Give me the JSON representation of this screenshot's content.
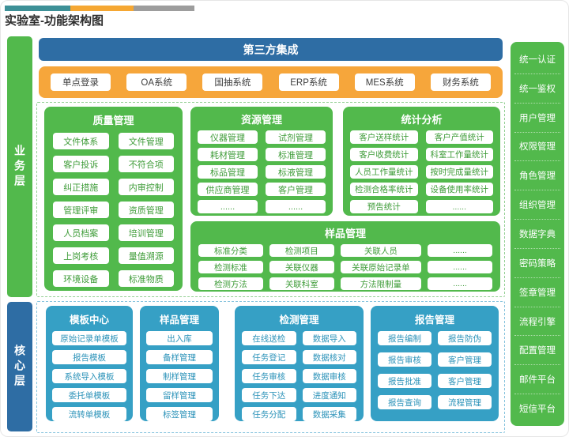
{
  "page": {
    "title": "实验室-功能架构图"
  },
  "colors": {
    "green": "#52b94c",
    "steel_blue": "#2e6da4",
    "orange": "#f6a63b",
    "cyan_blue": "#36a0c5",
    "topbar_teal": "#3d9097",
    "topbar_orange": "#f5a733",
    "topbar_gray": "#9d9d9d"
  },
  "layers": {
    "business": {
      "label": "业务层"
    },
    "core": {
      "label": "核心层"
    }
  },
  "integration": {
    "title": "第三方集成",
    "systems": [
      "单点登录",
      "OA系统",
      "国抽系统",
      "ERP系统",
      "MES系统",
      "财务系统"
    ]
  },
  "business_sections": [
    {
      "title": "质量管理",
      "items": [
        "文件体系",
        "文件管理",
        "客户投诉",
        "不符合项",
        "纠正措施",
        "内审控制",
        "管理评审",
        "资质管理",
        "人员档案",
        "培训管理",
        "上岗考核",
        "量值溯源",
        "环境设备",
        "标准物质"
      ]
    },
    {
      "title": "资源管理",
      "items": [
        "仪器管理",
        "试剂管理",
        "耗材管理",
        "标准管理",
        "标品管理",
        "标液管理",
        "供应商管理",
        "客户管理",
        "......",
        "......"
      ]
    },
    {
      "title": "统计分析",
      "items": [
        "客户送样统计",
        "客户产值统计",
        "客户收费统计",
        "科室工作量统计",
        "人员工作量统计",
        "按时完成量统计",
        "检测合格率统计",
        "设备使用率统计",
        "预告统计",
        "......"
      ]
    },
    {
      "title": "样品管理",
      "items": [
        "标准分类",
        "检测项目",
        "关联人员",
        "......",
        "检测标准",
        "关联仪器",
        "关联原始记录单",
        "......",
        "检测方法",
        "关联科室",
        "方法限制量",
        "......"
      ]
    }
  ],
  "core_sections": [
    {
      "title": "模板中心",
      "items": [
        "原始记录单模板",
        "报告模板",
        "系统导入模板",
        "委托单模板",
        "流转单模板"
      ]
    },
    {
      "title": "样品管理",
      "items": [
        "出入库",
        "备样管理",
        "制样管理",
        "留样管理",
        "标签管理"
      ]
    },
    {
      "title": "检测管理",
      "items": [
        "在线送检",
        "数据导入",
        "任务登记",
        "数据核对",
        "任务审核",
        "数据审核",
        "任务下达",
        "进度通知",
        "任务分配",
        "数据采集"
      ]
    },
    {
      "title": "报告管理",
      "items": [
        "报告编制",
        "报告防伪",
        "报告审核",
        "客户管理",
        "报告批准",
        "客户管理",
        "报告查询",
        "流程管理"
      ]
    }
  ],
  "platform_column": {
    "items": [
      "统一认证",
      "统一鉴权",
      "用户管理",
      "权限管理",
      "角色管理",
      "组织管理",
      "数据字典",
      "密码策略",
      "签章管理",
      "流程引擎",
      "配置管理",
      "邮件平台",
      "短信平台"
    ]
  }
}
